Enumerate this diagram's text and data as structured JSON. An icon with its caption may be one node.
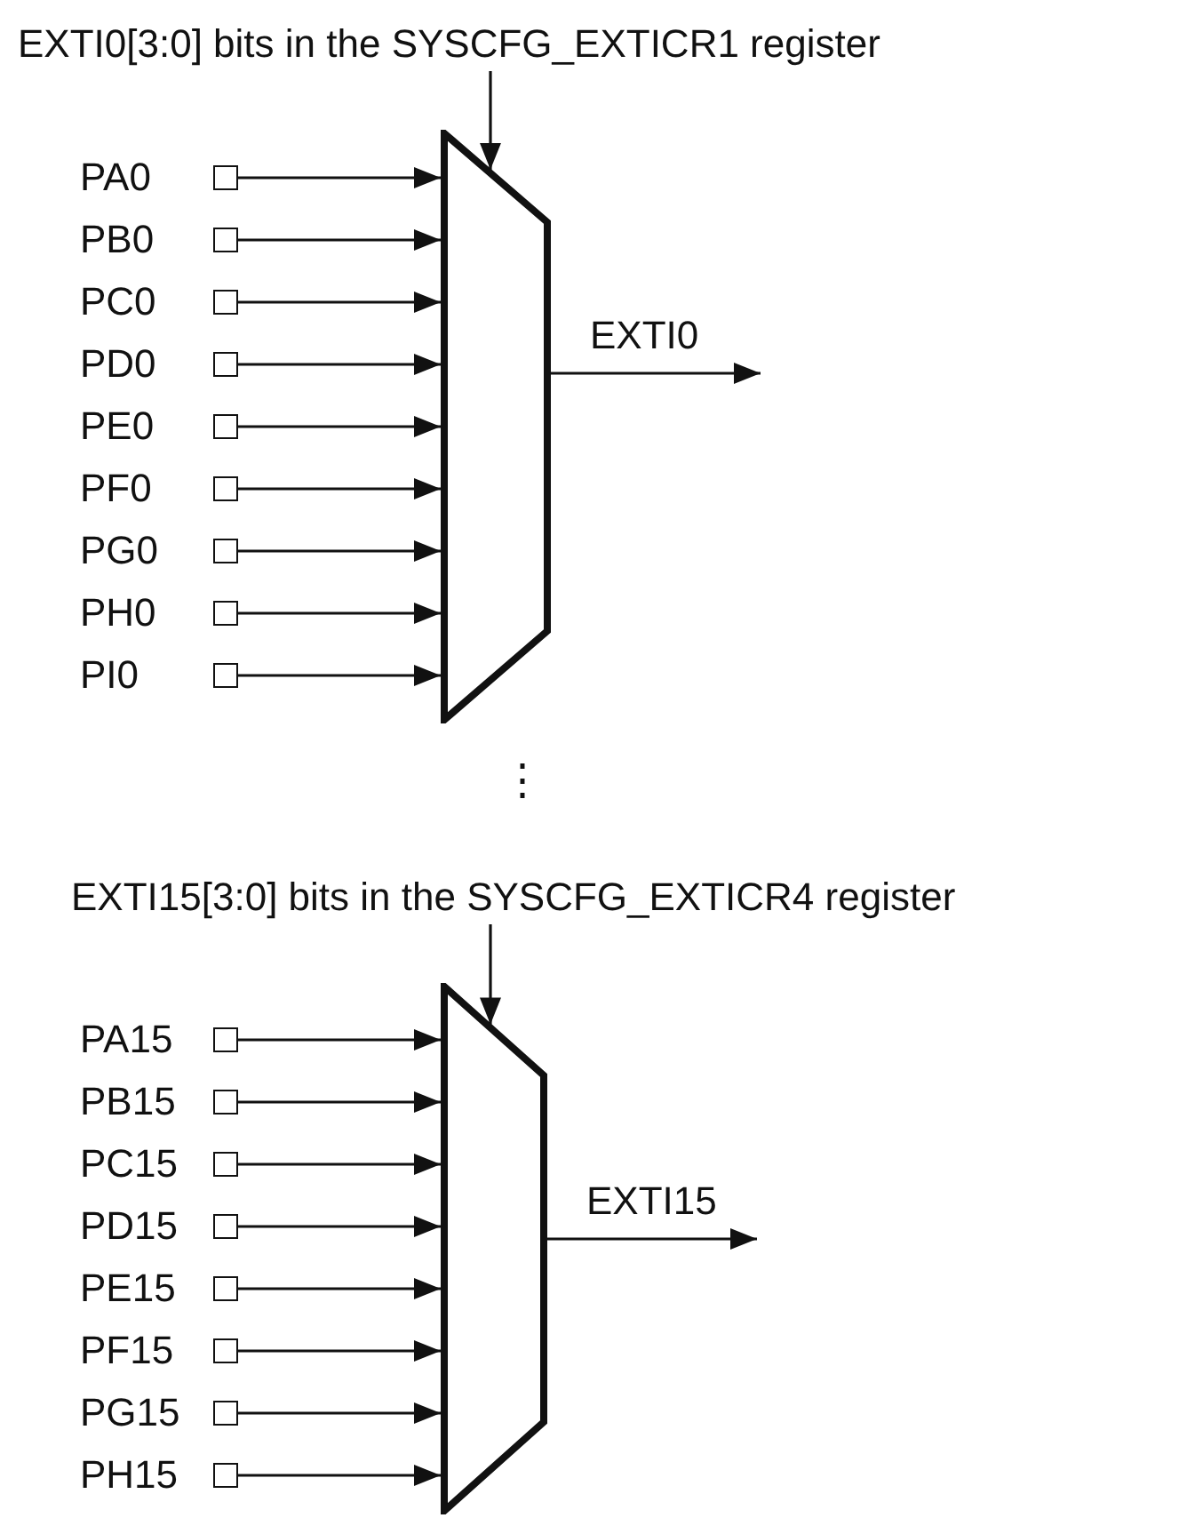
{
  "diagram": {
    "nodes": [
      {
        "text": [
          "EXTI0[3:0] bits in the SYSCFG_EXTICR1 register"
        ]
      },
      {
        "text": [],
        "shape": "box",
        "beside": [
          "PA0"
        ]
      },
      {
        "text": [],
        "shape": "box",
        "beside": [
          "PB0"
        ]
      },
      {
        "text": [],
        "shape": "box",
        "beside": [
          "PC0"
        ]
      },
      {
        "text": [],
        "shape": "box",
        "beside": [
          "PD0"
        ]
      },
      {
        "text": [],
        "shape": "box",
        "beside": [
          "PE0"
        ]
      },
      {
        "text": [],
        "shape": "box",
        "beside": [
          "PF0"
        ]
      },
      {
        "text": [],
        "shape": "box",
        "beside": [
          "PG0"
        ]
      },
      {
        "text": [],
        "shape": "box",
        "beside": [
          "PH0"
        ]
      },
      {
        "text": [],
        "shape": "box",
        "beside": [
          "PI0"
        ]
      },
      {
        "text": [],
        "shape": "trapezoid"
      },
      {
        "text": [
          "EXTI15[3:0] bits in the SYSCFG_EXTICR4 register"
        ]
      },
      {
        "text": [],
        "shape": "box",
        "beside": [
          "PA15"
        ]
      },
      {
        "text": [],
        "shape": "box",
        "beside": [
          "PB15"
        ]
      },
      {
        "text": [],
        "shape": "box",
        "beside": [
          "PC15"
        ]
      },
      {
        "text": [],
        "shape": "box",
        "beside": [
          "PD15"
        ]
      },
      {
        "text": [],
        "shape": "box",
        "beside": [
          "PE15"
        ]
      },
      {
        "text": [],
        "shape": "box",
        "beside": [
          "PF15"
        ]
      },
      {
        "text": [],
        "shape": "box",
        "beside": [
          "PG15"
        ]
      },
      {
        "text": [],
        "shape": "box",
        "beside": [
          "PH15"
        ]
      },
      {
        "text": [],
        "shape": "trapezoid"
      }
    ],
    "edges": [
      {
        "from": 0,
        "to": 10,
        "arrow": "to"
      },
      {
        "from": 1,
        "to": 10,
        "arrow": "to"
      },
      {
        "from": 2,
        "to": 10,
        "arrow": "to"
      },
      {
        "from": 3,
        "to": 10,
        "arrow": "to"
      },
      {
        "from": 4,
        "to": 10,
        "arrow": "to"
      },
      {
        "from": 5,
        "to": 10,
        "arrow": "to"
      },
      {
        "from": 6,
        "to": 10,
        "arrow": "to"
      },
      {
        "from": 7,
        "to": 10,
        "arrow": "to"
      },
      {
        "from": 8,
        "to": 10,
        "arrow": "to"
      },
      {
        "from": 9,
        "to": 10,
        "arrow": "to"
      },
      {
        "from": 10,
        "to": null,
        "arrow": "to",
        "label": "EXTI0"
      },
      {
        "from": 11,
        "to": 20,
        "arrow": "to"
      },
      {
        "from": 12,
        "to": 20,
        "arrow": "to"
      },
      {
        "from": 13,
        "to": 20,
        "arrow": "to"
      },
      {
        "from": 14,
        "to": 20,
        "arrow": "to"
      },
      {
        "from": 15,
        "to": 20,
        "arrow": "to"
      },
      {
        "from": 16,
        "to": 20,
        "arrow": "to"
      },
      {
        "from": 17,
        "to": 20,
        "arrow": "to"
      },
      {
        "from": 18,
        "to": 20,
        "arrow": "to"
      },
      {
        "from": 19,
        "to": 20,
        "arrow": "to"
      },
      {
        "from": 20,
        "to": null,
        "arrow": "to",
        "label": "EXTI15"
      }
    ],
    "labels": [
      "⋮"
    ]
  }
}
